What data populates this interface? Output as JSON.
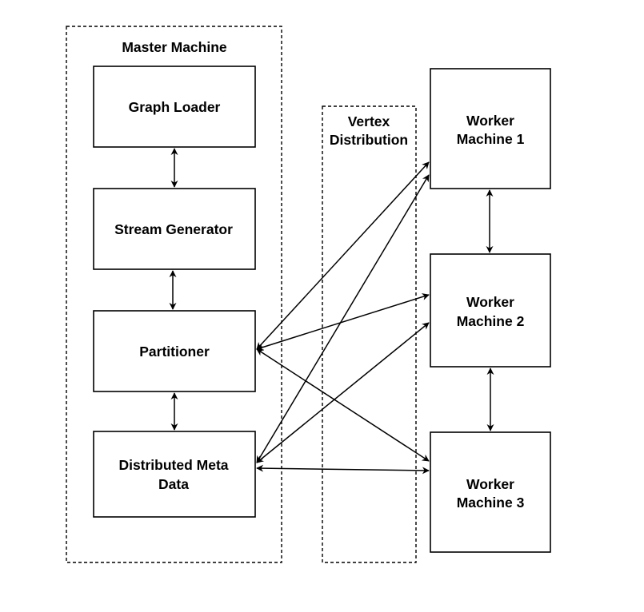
{
  "colors": {
    "stroke": "#000000",
    "background": "#ffffff"
  },
  "groups": {
    "master": {
      "title": "Master Machine"
    },
    "vertex": {
      "title_line1": "Vertex",
      "title_line2": "Distribution"
    }
  },
  "boxes": {
    "graph_loader": {
      "label": "Graph Loader"
    },
    "stream_generator": {
      "label": "Stream Generator"
    },
    "partitioner": {
      "label": "Partitioner"
    },
    "distributed_meta_data": {
      "label_line1": "Distributed Meta",
      "label_line2": "Data"
    },
    "worker1": {
      "label_line1": "Worker",
      "label_line2": "Machine 1"
    },
    "worker2": {
      "label_line1": "Worker",
      "label_line2": "Machine 2"
    },
    "worker3": {
      "label_line1": "Worker",
      "label_line2": "Machine 3"
    }
  },
  "connections": [
    {
      "from": "Graph Loader",
      "to": "Stream Generator",
      "bidirectional": true
    },
    {
      "from": "Stream Generator",
      "to": "Partitioner",
      "bidirectional": true
    },
    {
      "from": "Partitioner",
      "to": "Distributed Meta Data",
      "bidirectional": true
    },
    {
      "from": "Worker Machine 1",
      "to": "Worker Machine 2",
      "bidirectional": true
    },
    {
      "from": "Worker Machine 2",
      "to": "Worker Machine 3",
      "bidirectional": true
    },
    {
      "from": "Partitioner",
      "to": "Worker Machine 1",
      "bidirectional": true
    },
    {
      "from": "Partitioner",
      "to": "Worker Machine 2",
      "bidirectional": true
    },
    {
      "from": "Partitioner",
      "to": "Worker Machine 3",
      "bidirectional": true
    },
    {
      "from": "Distributed Meta Data",
      "to": "Worker Machine 1",
      "bidirectional": true
    },
    {
      "from": "Distributed Meta Data",
      "to": "Worker Machine 2",
      "bidirectional": true
    },
    {
      "from": "Distributed Meta Data",
      "to": "Worker Machine 3",
      "bidirectional": true
    }
  ]
}
